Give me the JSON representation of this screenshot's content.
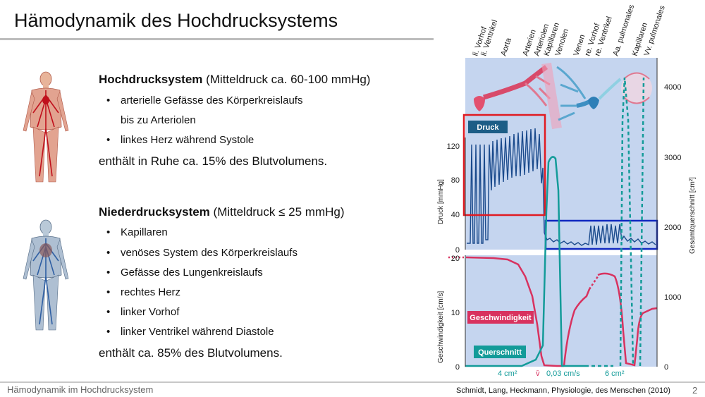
{
  "slide": {
    "title": "Hämodynamik des Hochdrucksystems",
    "footer_left": "Hämodynamik im Hochdrucksystem",
    "footer_source": "Schmidt, Lang, Heckmann, Physiologie, des Menschen (2010)",
    "page_number": "2"
  },
  "high": {
    "heading_bold": "Hochdrucksystem",
    "heading_rest": " (Mitteldruck ca. 60-100 mmHg)",
    "bullets": [
      "arterielle Gefässe des Körperkreislaufs",
      "bis zu Arteriolen",
      "linkes Herz während Systole"
    ],
    "summary": "enthält in Ruhe ca. 15% des Blutvolumens."
  },
  "low": {
    "heading_bold": "Niederdrucksystem",
    "heading_rest": " (Mitteldruck ≤ 25 mmHg)",
    "bullets": [
      "Kapillaren",
      "venöses System des Körperkreislaufs",
      "Gefässe des Lungenkreislaufs",
      "rechtes Herz",
      "linker Vorhof",
      "linker Ventrikel während Diastole"
    ],
    "summary": "enthält ca. 85% des Blutvolumens."
  },
  "figure": {
    "top_labels": [
      "li. Vorhof",
      "li. Ventrikel",
      "Aorta",
      "Arterien",
      "Arteriolen",
      "Kapillaren",
      "Venolen",
      "Venen",
      "re. Vorhof",
      "re. Ventrikel",
      "Aa. pulmonales",
      "Kapillaren",
      "Vv. pulmonales"
    ],
    "label_druck": "Druck",
    "label_geschwindigkeit": "Geschwindigkeit",
    "label_querschnitt": "Querschnitt",
    "y_left_top_title": "Druck [mmHg]",
    "y_left_top_ticks": [
      "120",
      "80",
      "40",
      "0"
    ],
    "y_left_bottom_title": "Geschwindigkeit [cm/s]",
    "y_left_bottom_ticks": [
      "20",
      "10",
      "0"
    ],
    "y_right_title": "Gesamtquerschnitt [cm²]",
    "y_right_ticks": [
      "4000",
      "3000",
      "2000",
      "1000",
      "0"
    ],
    "bottom_4": "4 cm²",
    "bottom_v": "v̄",
    "bottom_003": "0,03 cm/s",
    "bottom_6": "6 cm²",
    "colors": {
      "panel": "#c5d5ef",
      "red": "#d8325f",
      "teal": "#139b99",
      "box_red": "#e01b22",
      "box_blue": "#1028c0",
      "line_blue": "#1a4a8c"
    }
  }
}
